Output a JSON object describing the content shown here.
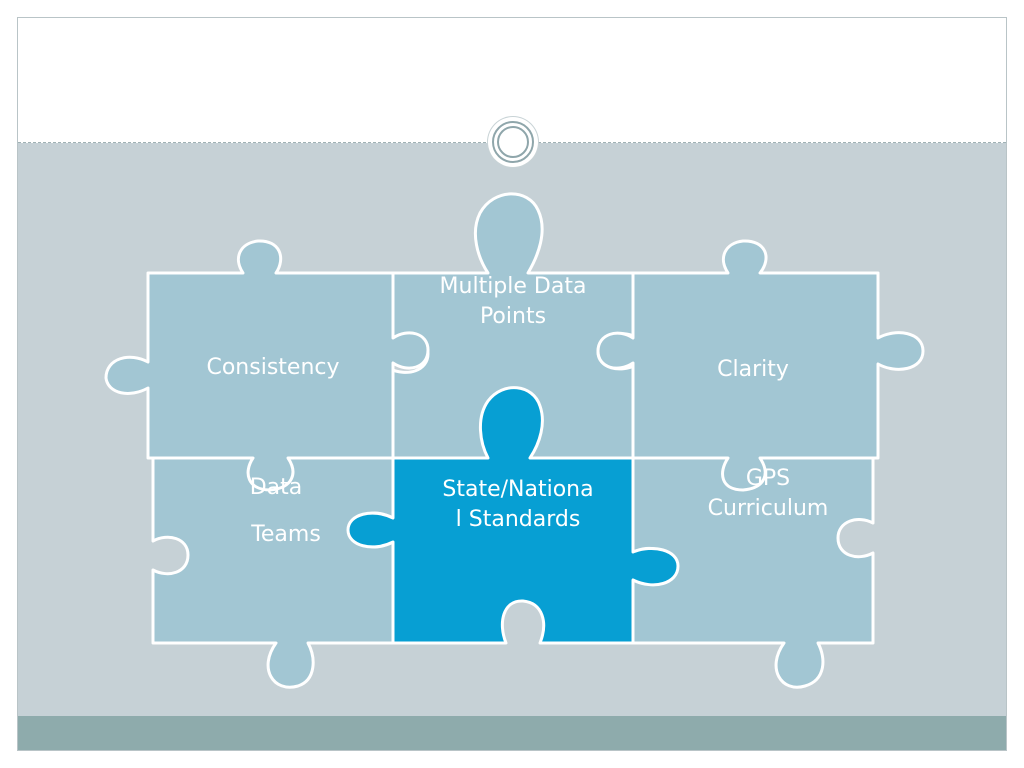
{
  "slide": {
    "colors": {
      "background": "#c6d1d6",
      "footer": "#8eabac",
      "piece": "#a2c6d3",
      "highlight_piece": "#079fd3",
      "text": "#ffffff"
    }
  },
  "puzzle": {
    "pieces": [
      {
        "id": "multiple-data-points",
        "lines": [
          "Multiple Data",
          "Points"
        ],
        "highlight": false
      },
      {
        "id": "consistency",
        "lines": [
          "Consistency"
        ],
        "highlight": false
      },
      {
        "id": "clarity",
        "lines": [
          "Clarity"
        ],
        "highlight": false
      },
      {
        "id": "data-teams",
        "lines": [
          "Data",
          "Teams"
        ],
        "highlight": false
      },
      {
        "id": "state-national-standards",
        "lines": [
          "State/Nationa",
          "l Standards"
        ],
        "highlight": true
      },
      {
        "id": "gps-curriculum",
        "lines": [
          "GPS",
          "Curriculum"
        ],
        "highlight": false
      }
    ]
  }
}
